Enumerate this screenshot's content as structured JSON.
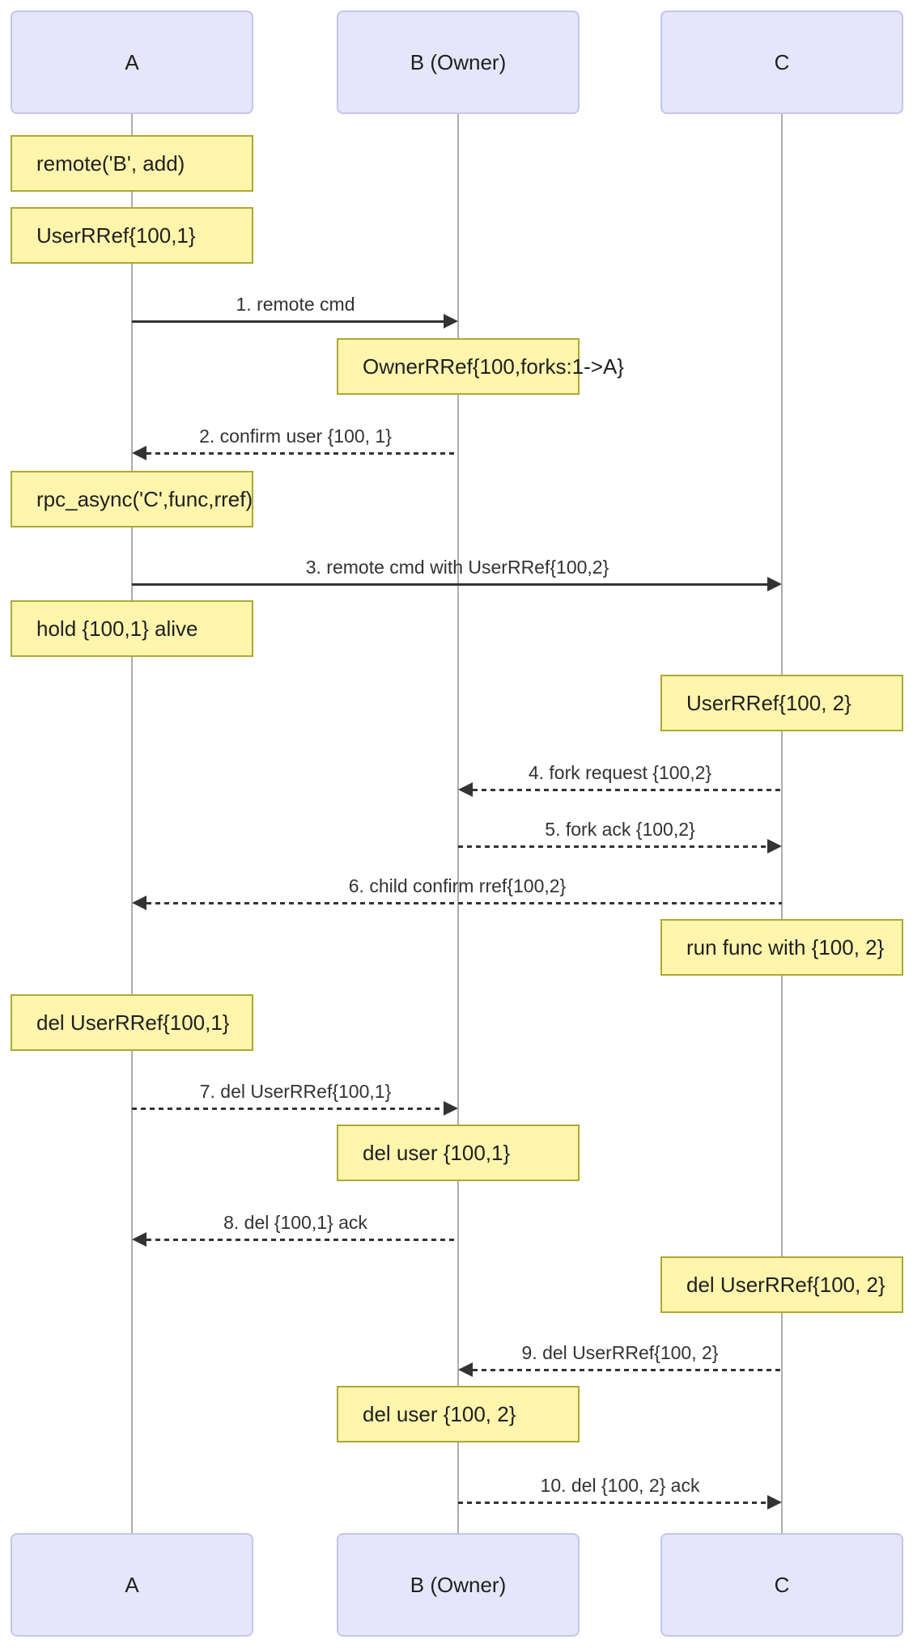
{
  "diagram": {
    "type": "sequence-diagram",
    "colors": {
      "background": "#ffffff",
      "actor_fill": "#e6e6fa",
      "actor_border": "#c5c5ea",
      "note_fill": "#fff5ad",
      "note_border": "#aaaa33",
      "message_line": "#333333",
      "message_text": "#333333",
      "lifeline": "#adadad",
      "text": "#1f1f1f"
    },
    "actors": [
      {
        "label": "A"
      },
      {
        "label": "B (Owner)"
      },
      {
        "label": "C"
      }
    ],
    "notes": [
      {
        "text": "remote('B', add)",
        "actor": "A"
      },
      {
        "text": "UserRRef{100,1}",
        "actor": "A"
      },
      {
        "text": "OwnerRRef{100,forks:1->A}",
        "actor": "B (Owner)"
      },
      {
        "text": "rpc_async('C',func,rref)",
        "actor": "A"
      },
      {
        "text": "hold {100,1} alive",
        "actor": "A"
      },
      {
        "text": "UserRRef{100, 2}",
        "actor": "C"
      },
      {
        "text": "run func with {100, 2}",
        "actor": "C"
      },
      {
        "text": "del UserRRef{100,1}",
        "actor": "A"
      },
      {
        "text": "del user {100,1}",
        "actor": "B (Owner)"
      },
      {
        "text": "del UserRRef{100, 2}",
        "actor": "C"
      },
      {
        "text": "del user {100, 2}",
        "actor": "B (Owner)"
      }
    ],
    "messages": [
      {
        "text": "1. remote cmd",
        "from": "A",
        "to": "B (Owner)",
        "line": "solid"
      },
      {
        "text": "2. confirm user {100, 1}",
        "from": "B (Owner)",
        "to": "A",
        "line": "dashed"
      },
      {
        "text": "3. remote cmd with UserRRef{100,2}",
        "from": "A",
        "to": "C",
        "line": "solid"
      },
      {
        "text": "4. fork request {100,2}",
        "from": "C",
        "to": "B (Owner)",
        "line": "dashed"
      },
      {
        "text": "5. fork ack {100,2}",
        "from": "B (Owner)",
        "to": "C",
        "line": "dashed"
      },
      {
        "text": "6. child confirm rref{100,2}",
        "from": "C",
        "to": "A",
        "line": "dashed"
      },
      {
        "text": "7. del UserRRef{100,1}",
        "from": "A",
        "to": "B (Owner)",
        "line": "dashed"
      },
      {
        "text": "8. del {100,1} ack",
        "from": "B (Owner)",
        "to": "A",
        "line": "dashed"
      },
      {
        "text": "9. del UserRRef{100, 2}",
        "from": "C",
        "to": "B (Owner)",
        "line": "dashed"
      },
      {
        "text": "10. del {100, 2} ack",
        "from": "B (Owner)",
        "to": "C",
        "line": "dashed"
      }
    ]
  }
}
